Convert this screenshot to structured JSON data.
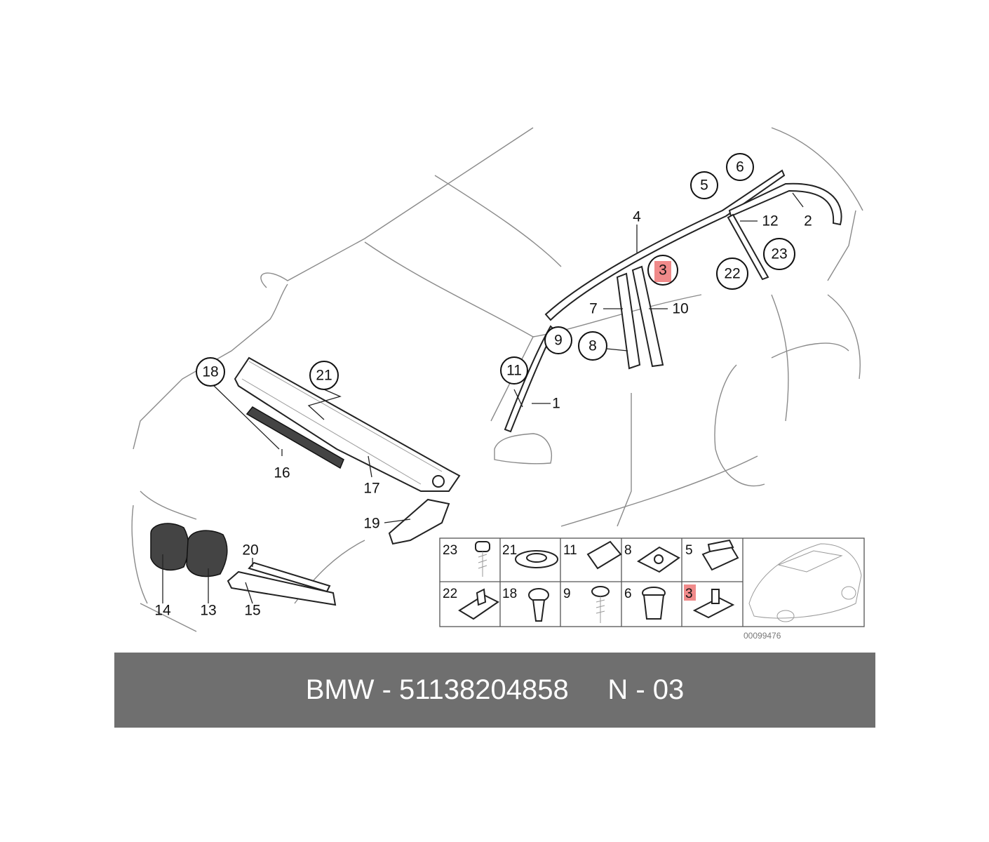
{
  "diagram": {
    "callouts": [
      {
        "id": "c1",
        "label": "1"
      },
      {
        "id": "c2",
        "label": "2"
      },
      {
        "id": "c3",
        "label": "3"
      },
      {
        "id": "c4",
        "label": "4"
      },
      {
        "id": "c5",
        "label": "5"
      },
      {
        "id": "c6",
        "label": "6"
      },
      {
        "id": "c7",
        "label": "7"
      },
      {
        "id": "c8",
        "label": "8"
      },
      {
        "id": "c9",
        "label": "9"
      },
      {
        "id": "c10",
        "label": "10"
      },
      {
        "id": "c11",
        "label": "11"
      },
      {
        "id": "c12",
        "label": "12"
      },
      {
        "id": "c13",
        "label": "13"
      },
      {
        "id": "c14",
        "label": "14"
      },
      {
        "id": "c15",
        "label": "15"
      },
      {
        "id": "c16",
        "label": "16"
      },
      {
        "id": "c17",
        "label": "17"
      },
      {
        "id": "c18",
        "label": "18"
      },
      {
        "id": "c19",
        "label": "19"
      },
      {
        "id": "c20",
        "label": "20"
      },
      {
        "id": "c21",
        "label": "21"
      },
      {
        "id": "c22",
        "label": "22"
      },
      {
        "id": "c23",
        "label": "23"
      }
    ],
    "highlighted_part": "3",
    "highlight_color": "#f08a8a",
    "fastener_table": {
      "row1": [
        "23",
        "21",
        "11",
        "8",
        "5"
      ],
      "row2": [
        "22",
        "18",
        "9",
        "6",
        "3"
      ]
    },
    "reference_number": "00099476"
  },
  "banner": {
    "brand": "BMW",
    "separator": " - ",
    "part_number": "51138204858",
    "position_code": "N - 03",
    "background_color": "#6f6f6f"
  }
}
